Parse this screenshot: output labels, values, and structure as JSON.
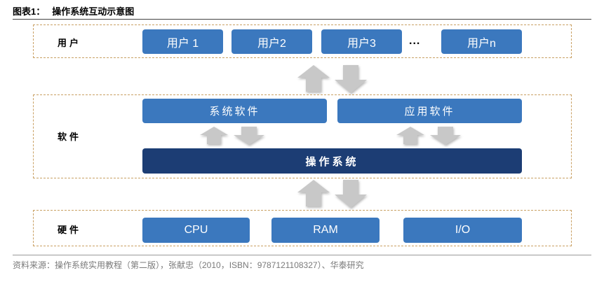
{
  "figure": {
    "number": "图表1：",
    "title": "操作系统互动示意图"
  },
  "layers": {
    "user": {
      "label": "用户",
      "items": [
        "用户 1",
        "用户2",
        "用户3",
        "用户n"
      ],
      "ellipsis": "..."
    },
    "software": {
      "label": "软件",
      "system_software": "系统软件",
      "application_software": "应用软件",
      "os": "操作系统"
    },
    "hardware": {
      "label": "硬件",
      "items": [
        "CPU",
        "RAM",
        "I/O"
      ]
    }
  },
  "source": "资料来源：操作系统实用教程（第二版），张献忠（2010，ISBN：9787121108327）、华泰研究",
  "colors": {
    "box_blue": "#3b78be",
    "os_navy": "#1c3d74",
    "dashed_border": "#c9a063",
    "arrow_gray": "#c8c8c8"
  },
  "icons": {
    "up": "up-arrow-icon",
    "down": "down-arrow-icon"
  }
}
